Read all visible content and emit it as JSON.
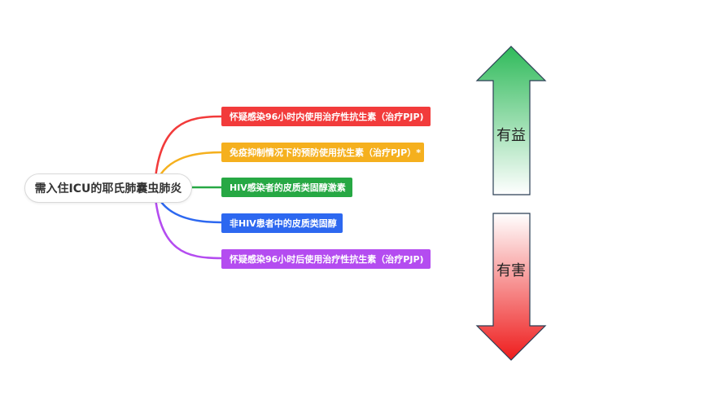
{
  "root": {
    "label": "需入住ICU的耶氏肺囊虫肺炎"
  },
  "branches": [
    {
      "label": "怀疑感染96小时内使用治疗性抗生素（治疗PJP)",
      "color": "#f23b3b"
    },
    {
      "label": "免疫抑制情况下的预防使用抗生素（治疗PJP）*",
      "color": "#f5b01e"
    },
    {
      "label": "HIV感染者的皮质类固醇激素",
      "color": "#27a844"
    },
    {
      "label": "非HIV患者中的皮质类固醇",
      "color": "#2d68f0"
    },
    {
      "label": "怀疑感染96小时后使用治疗性抗生素（治疗PJP)",
      "color": "#b44cf0"
    }
  ],
  "arrows": {
    "beneficial": {
      "label": "有益",
      "color": "#2fba5a"
    },
    "harmful": {
      "label": "有害",
      "color": "#ee1c1c"
    }
  }
}
